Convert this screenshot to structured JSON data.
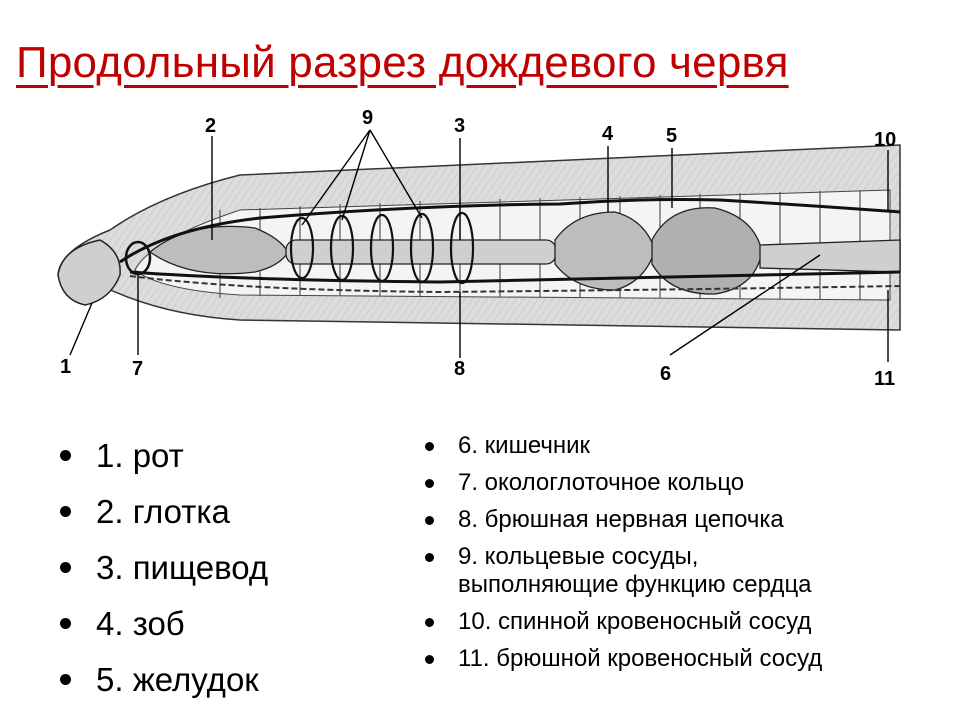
{
  "title": "Продольный разрез дождевого червя",
  "callouts": [
    "1",
    "2",
    "3",
    "4",
    "5",
    "6",
    "7",
    "8",
    "9",
    "10",
    "11"
  ],
  "legend_left": [
    "1. рот",
    "2. глотка",
    "3. пищевод",
    "4. зоб",
    "5. желудок"
  ],
  "legend_right": [
    "6. кишечник",
    "7. окологлоточное кольцо",
    "8. брюшная нервная цепочка",
    "9. кольцевые сосуды,",
    "выполняющие функцию сердца",
    "10. спинной кровеносный сосуд",
    "11. брюшной кровеносный сосуд"
  ],
  "colors": {
    "title": "#c00000",
    "text": "#000000",
    "tissue": "#d9d9d9",
    "outline": "#333333"
  }
}
